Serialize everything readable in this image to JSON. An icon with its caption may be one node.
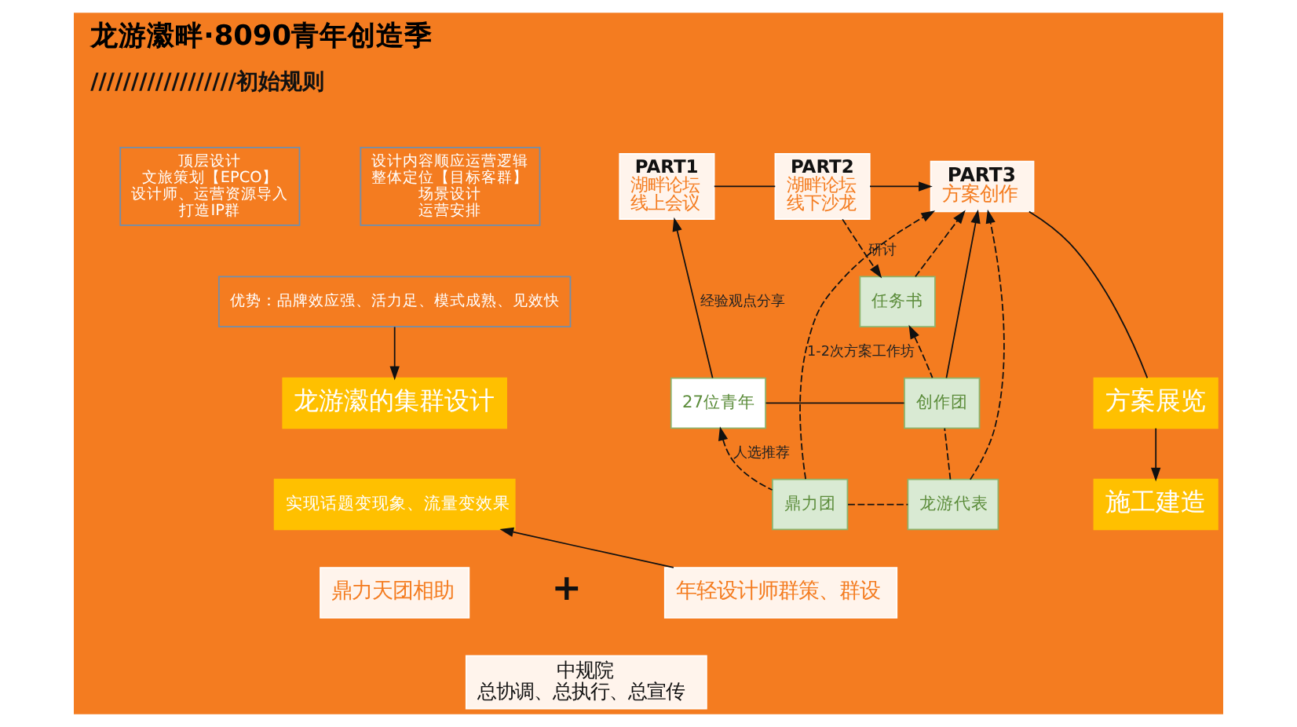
{
  "diagram": {
    "title": "龙游瀫畔·8090青年创造季",
    "nodes": [
      {
        "text": [
          "顶层设计",
          "文旅策划【EPCO】",
          "设计师、运营资源导入",
          "打造IP群"
        ]
      },
      {
        "text": [
          "设计内容顺应运营逻辑",
          "整体定位【目标客群】",
          "场景设计",
          "运营安排"
        ]
      },
      {
        "text": [
          "优势：品牌效应强、活力足、模式成熟、见效快"
        ]
      },
      {
        "text": [
          "龙游瀫的集群设计"
        ]
      },
      {
        "text": [
          "实现话题变现象、流量变效果"
        ]
      },
      {
        "text": [
          "鼎力天团相助"
        ]
      },
      {
        "text": [
          "年轻设计师群策、群设"
        ]
      },
      {
        "text": [
          "中规院",
          "总协调、总执行、总宣传"
        ]
      },
      {
        "text": [
          "PART1",
          "湖畔论坛",
          "线上会议"
        ]
      },
      {
        "text": [
          "PART2",
          "湖畔论坛",
          "线下沙龙"
        ]
      },
      {
        "text": [
          "PART3",
          "方案创作"
        ]
      },
      {
        "text": [
          "任务书"
        ]
      },
      {
        "text": [
          "27位青年"
        ]
      },
      {
        "text": [
          "创作团"
        ]
      },
      {
        "text": [
          "龙游代表"
        ]
      },
      {
        "text": [
          "鼎力团"
        ]
      },
      {
        "text": [
          "方案展览"
        ]
      },
      {
        "text": [
          "施工建造"
        ]
      }
    ],
    "edges": [
      {
        "from": 2,
        "to": 3,
        "arrow": "to"
      },
      {
        "from": 6,
        "to": 4,
        "arrow": "to"
      },
      {
        "from": 8,
        "to": 9,
        "arrow": "none"
      },
      {
        "from": 9,
        "to": 10,
        "arrow": "to"
      },
      {
        "from": 12,
        "to": 8,
        "arrow": "to",
        "label": "经验观点分享"
      },
      {
        "from": 9,
        "to": 11,
        "arrow": "to",
        "label": "研讨",
        "style": "dashed"
      },
      {
        "from": 11,
        "to": 10,
        "arrow": "to",
        "style": "dashed"
      },
      {
        "from": 13,
        "to": 11,
        "arrow": "to",
        "style": "dashed"
      },
      {
        "from": 12,
        "to": 13,
        "arrow": "none"
      },
      {
        "from": 13,
        "to": 10,
        "arrow": "to"
      },
      {
        "from": 15,
        "to": 12,
        "arrow": "to",
        "label": "人选推荐",
        "style": "dashed"
      },
      {
        "from": 15,
        "to": 10,
        "arrow": "to",
        "label": "1-2次方案工作坊",
        "style": "dashed"
      },
      {
        "from": 14,
        "to": 10,
        "arrow": "to",
        "style": "dashed"
      },
      {
        "from": 15,
        "to": 14,
        "arrow": "none",
        "style": "dashed"
      },
      {
        "from": 14,
        "to": 13,
        "arrow": "none",
        "style": "dashed"
      },
      {
        "from": 10,
        "to": 16,
        "arrow": "none"
      },
      {
        "from": 16,
        "to": 17,
        "arrow": "to"
      }
    ],
    "labels": [
      "//////////////////初始规则",
      "+"
    ]
  }
}
